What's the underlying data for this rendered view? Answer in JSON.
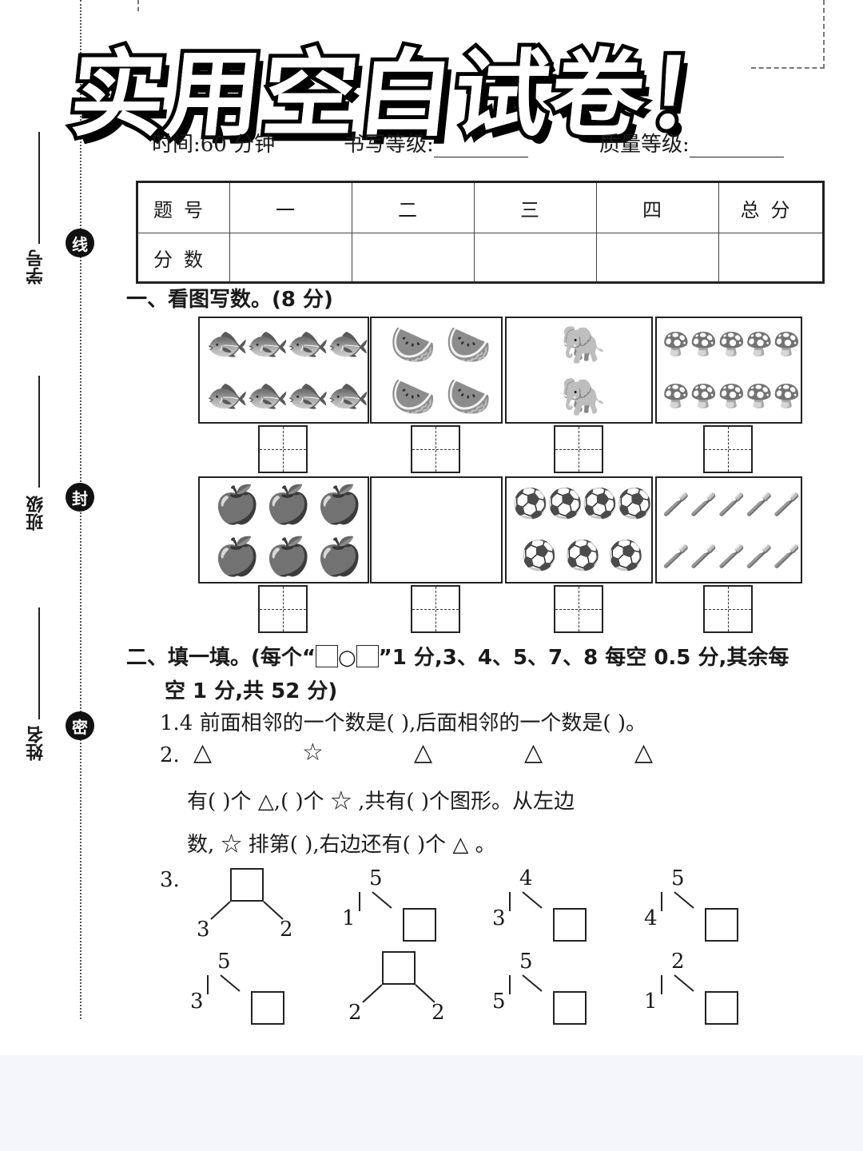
{
  "banner": {
    "title": "实用空白试卷！"
  },
  "margin": {
    "student_id": "学号",
    "class": "班级",
    "name": "姓名",
    "seal_xian": "线",
    "seal_feng": "封",
    "seal_mi": "密"
  },
  "meta": {
    "time": "时间:60 分钟",
    "writing_grade": "书写等级:",
    "quality_grade": "质量等级:"
  },
  "score_table": {
    "headers": [
      "题号",
      "一",
      "二",
      "三",
      "四",
      "总分"
    ],
    "row_label": "分数"
  },
  "section1": {
    "title": "一、看图写数。(8 分)",
    "pictures": [
      {
        "icon": "fish-icon",
        "glyph": "🐟",
        "count": 8
      },
      {
        "icon": "watermelon-icon",
        "glyph": "🍉",
        "count": 4
      },
      {
        "icon": "elephant-icon",
        "glyph": "🐘",
        "count": 2
      },
      {
        "icon": "mushroom-icon",
        "glyph": "🍄",
        "count": 10
      },
      {
        "icon": "apple-icon",
        "glyph": "🍎",
        "count": 6
      },
      {
        "icon": "empty-icon",
        "glyph": "",
        "count": 0
      },
      {
        "icon": "ball-icon",
        "glyph": "⚽",
        "count": 7
      },
      {
        "icon": "toothbrush-icon",
        "glyph": "🪥",
        "count": 10
      }
    ]
  },
  "section2": {
    "title_line1": "二、填一填。(每个“",
    "title_circle": "○",
    "title_line1_rest": "”1 分,3、4、5、7、8 每空 0.5 分,其余每",
    "title_line2": "空 1 分,共 52 分)",
    "q1": "1.4 前面相邻的一个数是(        ),后面相邻的一个数是(        )。",
    "q2_label": "2.",
    "q2_shapes": [
      "△",
      "☆",
      "△",
      "△",
      "△"
    ],
    "q2_line1": "有(        )个 △,(        )个 ☆ ,共有(        )个图形。从左边",
    "q2_line2": "数, ☆ 排第(        ),右边还有(        )个 △ 。",
    "q3_label": "3.",
    "trees": [
      {
        "top": "",
        "left": "3",
        "right": "2",
        "blank": "top"
      },
      {
        "top": "5",
        "left": "1",
        "right": "",
        "blank": "right"
      },
      {
        "top": "4",
        "left": "3",
        "right": "",
        "blank": "right"
      },
      {
        "top": "5",
        "left": "4",
        "right": "",
        "blank": "right"
      },
      {
        "top": "5",
        "left": "3",
        "right": "",
        "blank": "right"
      },
      {
        "top": "",
        "left": "2",
        "right": "2",
        "blank": "top"
      },
      {
        "top": "5",
        "left": "5",
        "right": "",
        "blank": "right"
      },
      {
        "top": "2",
        "left": "1",
        "right": "",
        "blank": "right"
      }
    ]
  }
}
